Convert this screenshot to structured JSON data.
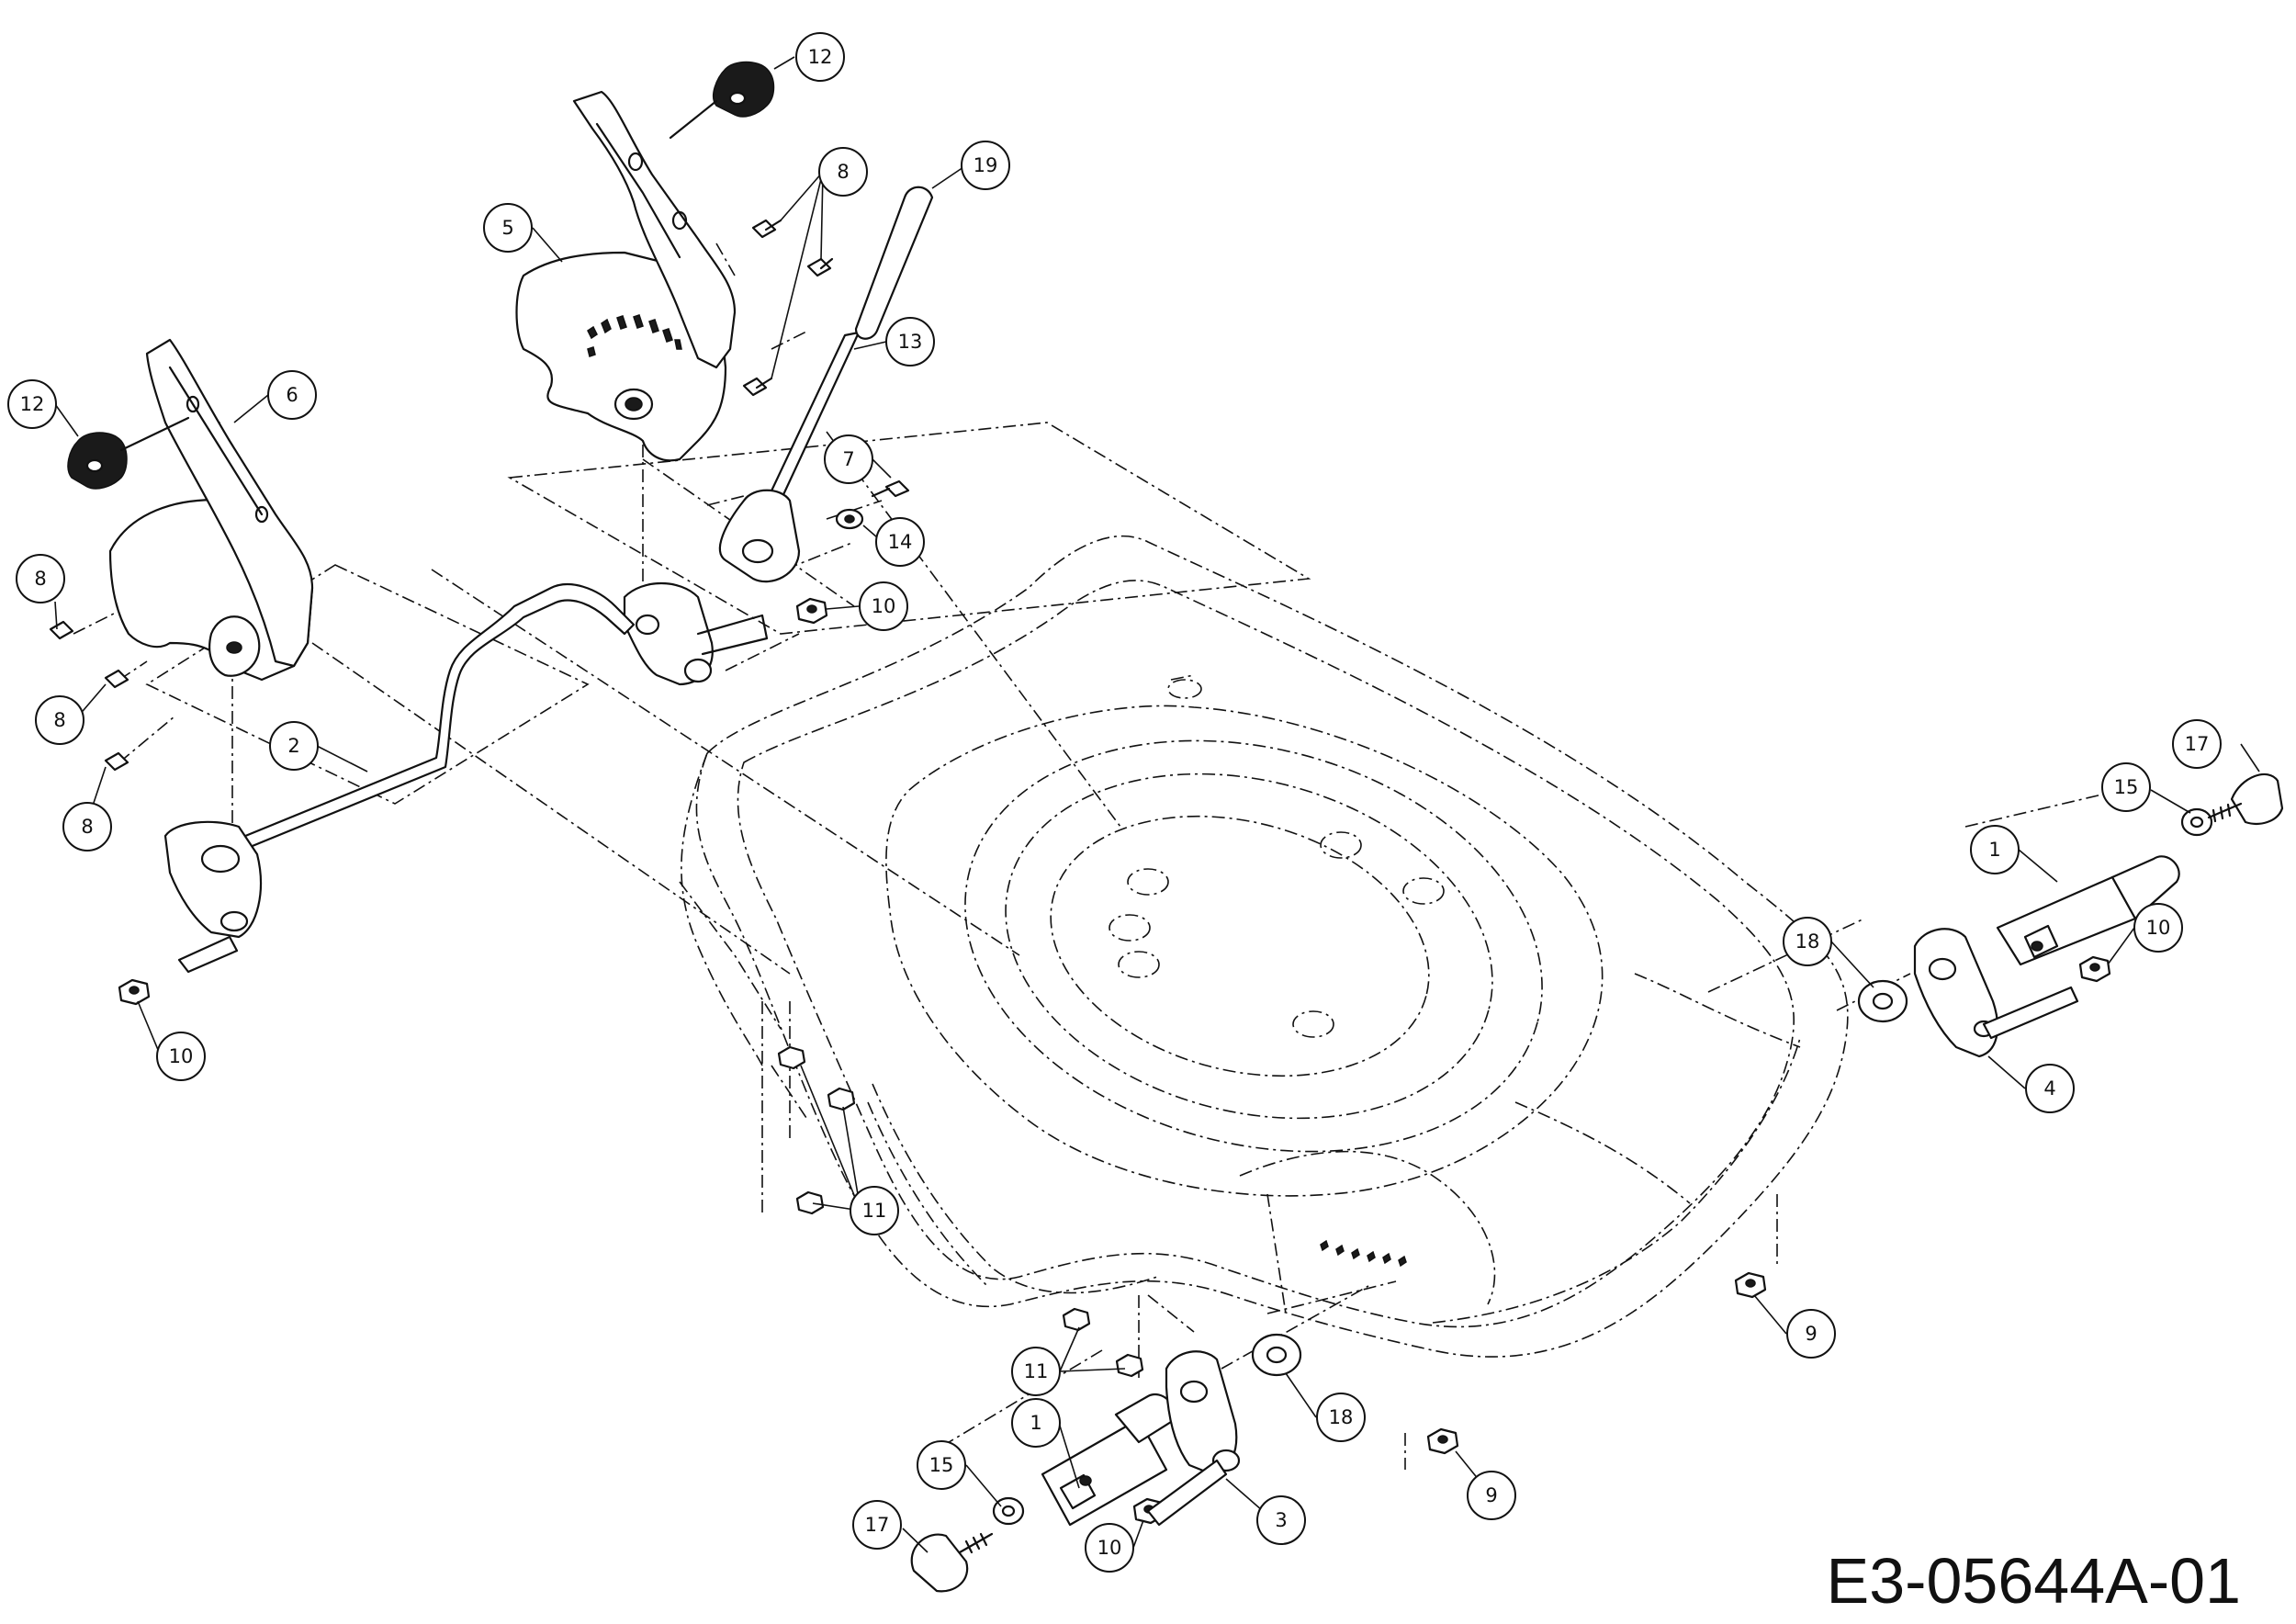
{
  "drawing_code": "E3-05644A-01",
  "callouts": [
    {
      "id": "c-12a",
      "label": "12"
    },
    {
      "id": "c-8a",
      "label": "8"
    },
    {
      "id": "c-19",
      "label": "19"
    },
    {
      "id": "c-5",
      "label": "5"
    },
    {
      "id": "c-13",
      "label": "13"
    },
    {
      "id": "c-12b",
      "label": "12"
    },
    {
      "id": "c-6",
      "label": "6"
    },
    {
      "id": "c-7",
      "label": "7"
    },
    {
      "id": "c-14",
      "label": "14"
    },
    {
      "id": "c-8b",
      "label": "8"
    },
    {
      "id": "c-10a",
      "label": "10"
    },
    {
      "id": "c-8c",
      "label": "8"
    },
    {
      "id": "c-2",
      "label": "2"
    },
    {
      "id": "c-8d",
      "label": "8"
    },
    {
      "id": "c-10b",
      "label": "10"
    },
    {
      "id": "c-17a",
      "label": "17"
    },
    {
      "id": "c-15a",
      "label": "15"
    },
    {
      "id": "c-1a",
      "label": "1"
    },
    {
      "id": "c-10c",
      "label": "10"
    },
    {
      "id": "c-18a",
      "label": "18"
    },
    {
      "id": "c-4",
      "label": "4"
    },
    {
      "id": "c-11a",
      "label": "11"
    },
    {
      "id": "c-9a",
      "label": "9"
    },
    {
      "id": "c-11b",
      "label": "11"
    },
    {
      "id": "c-18b",
      "label": "18"
    },
    {
      "id": "c-1b",
      "label": "1"
    },
    {
      "id": "c-15b",
      "label": "15"
    },
    {
      "id": "c-9b",
      "label": "9"
    },
    {
      "id": "c-17b",
      "label": "17"
    },
    {
      "id": "c-3",
      "label": "3"
    },
    {
      "id": "c-10d",
      "label": "10"
    }
  ]
}
